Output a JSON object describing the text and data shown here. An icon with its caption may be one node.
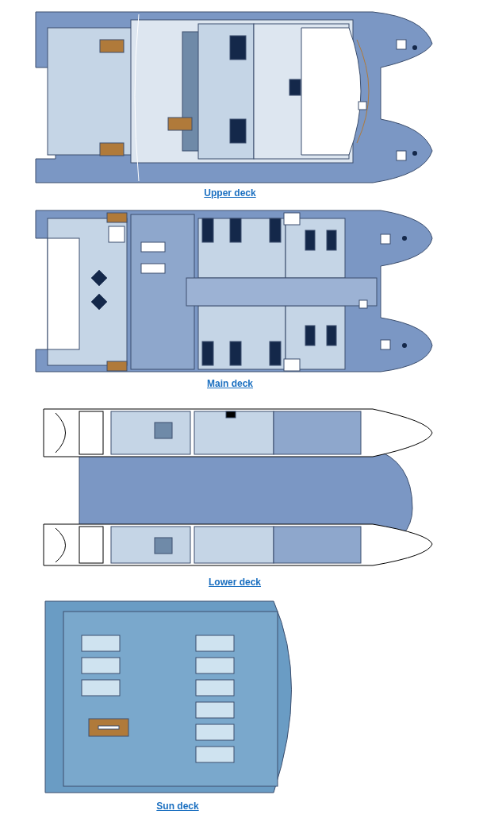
{
  "diagram": {
    "labels": [
      "Upper deck",
      "Main deck",
      "Lower deck",
      "Sun deck"
    ]
  }
}
